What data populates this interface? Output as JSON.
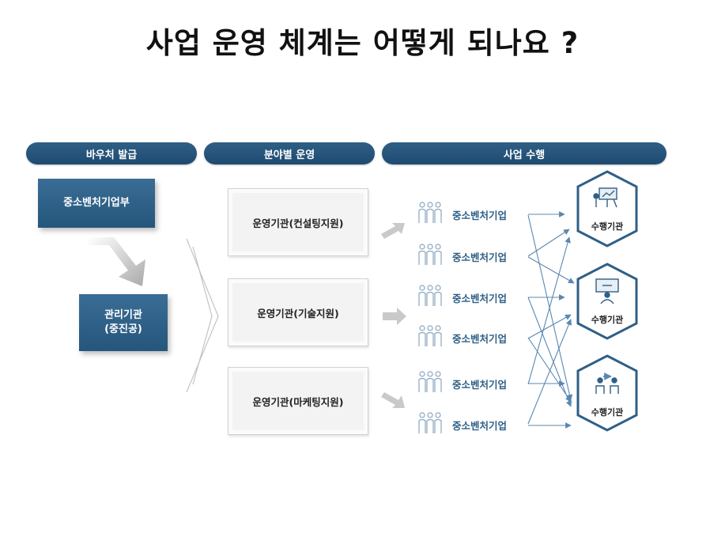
{
  "title": "사업 운영 체계는 어떻게 되나요 ?",
  "headers": [
    "바우처 발급",
    "분야별 운영",
    "사업 수행"
  ],
  "ministry": "중소벤처기업부",
  "manager": {
    "line1": "관리기관",
    "line2": "(중진공)"
  },
  "operators": [
    "운영기관(컨설팅지원)",
    "운영기관(기술지원)",
    "운영기관(마케팅지원)"
  ],
  "enterprises": [
    "중소벤처기업",
    "중소벤처기업",
    "중소벤처기업",
    "중소벤처기업",
    "중소벤처기업",
    "중소벤처기업"
  ],
  "performers": [
    "수행기관",
    "수행기관",
    "수행기관"
  ],
  "colors": {
    "navy": "#25567c",
    "hex_border": "#2f5f86",
    "arrow": "#5a88b0"
  },
  "icons": [
    "people-group-icon",
    "presentation-board-icon",
    "monitor-person-icon",
    "person-exchange-icon"
  ]
}
